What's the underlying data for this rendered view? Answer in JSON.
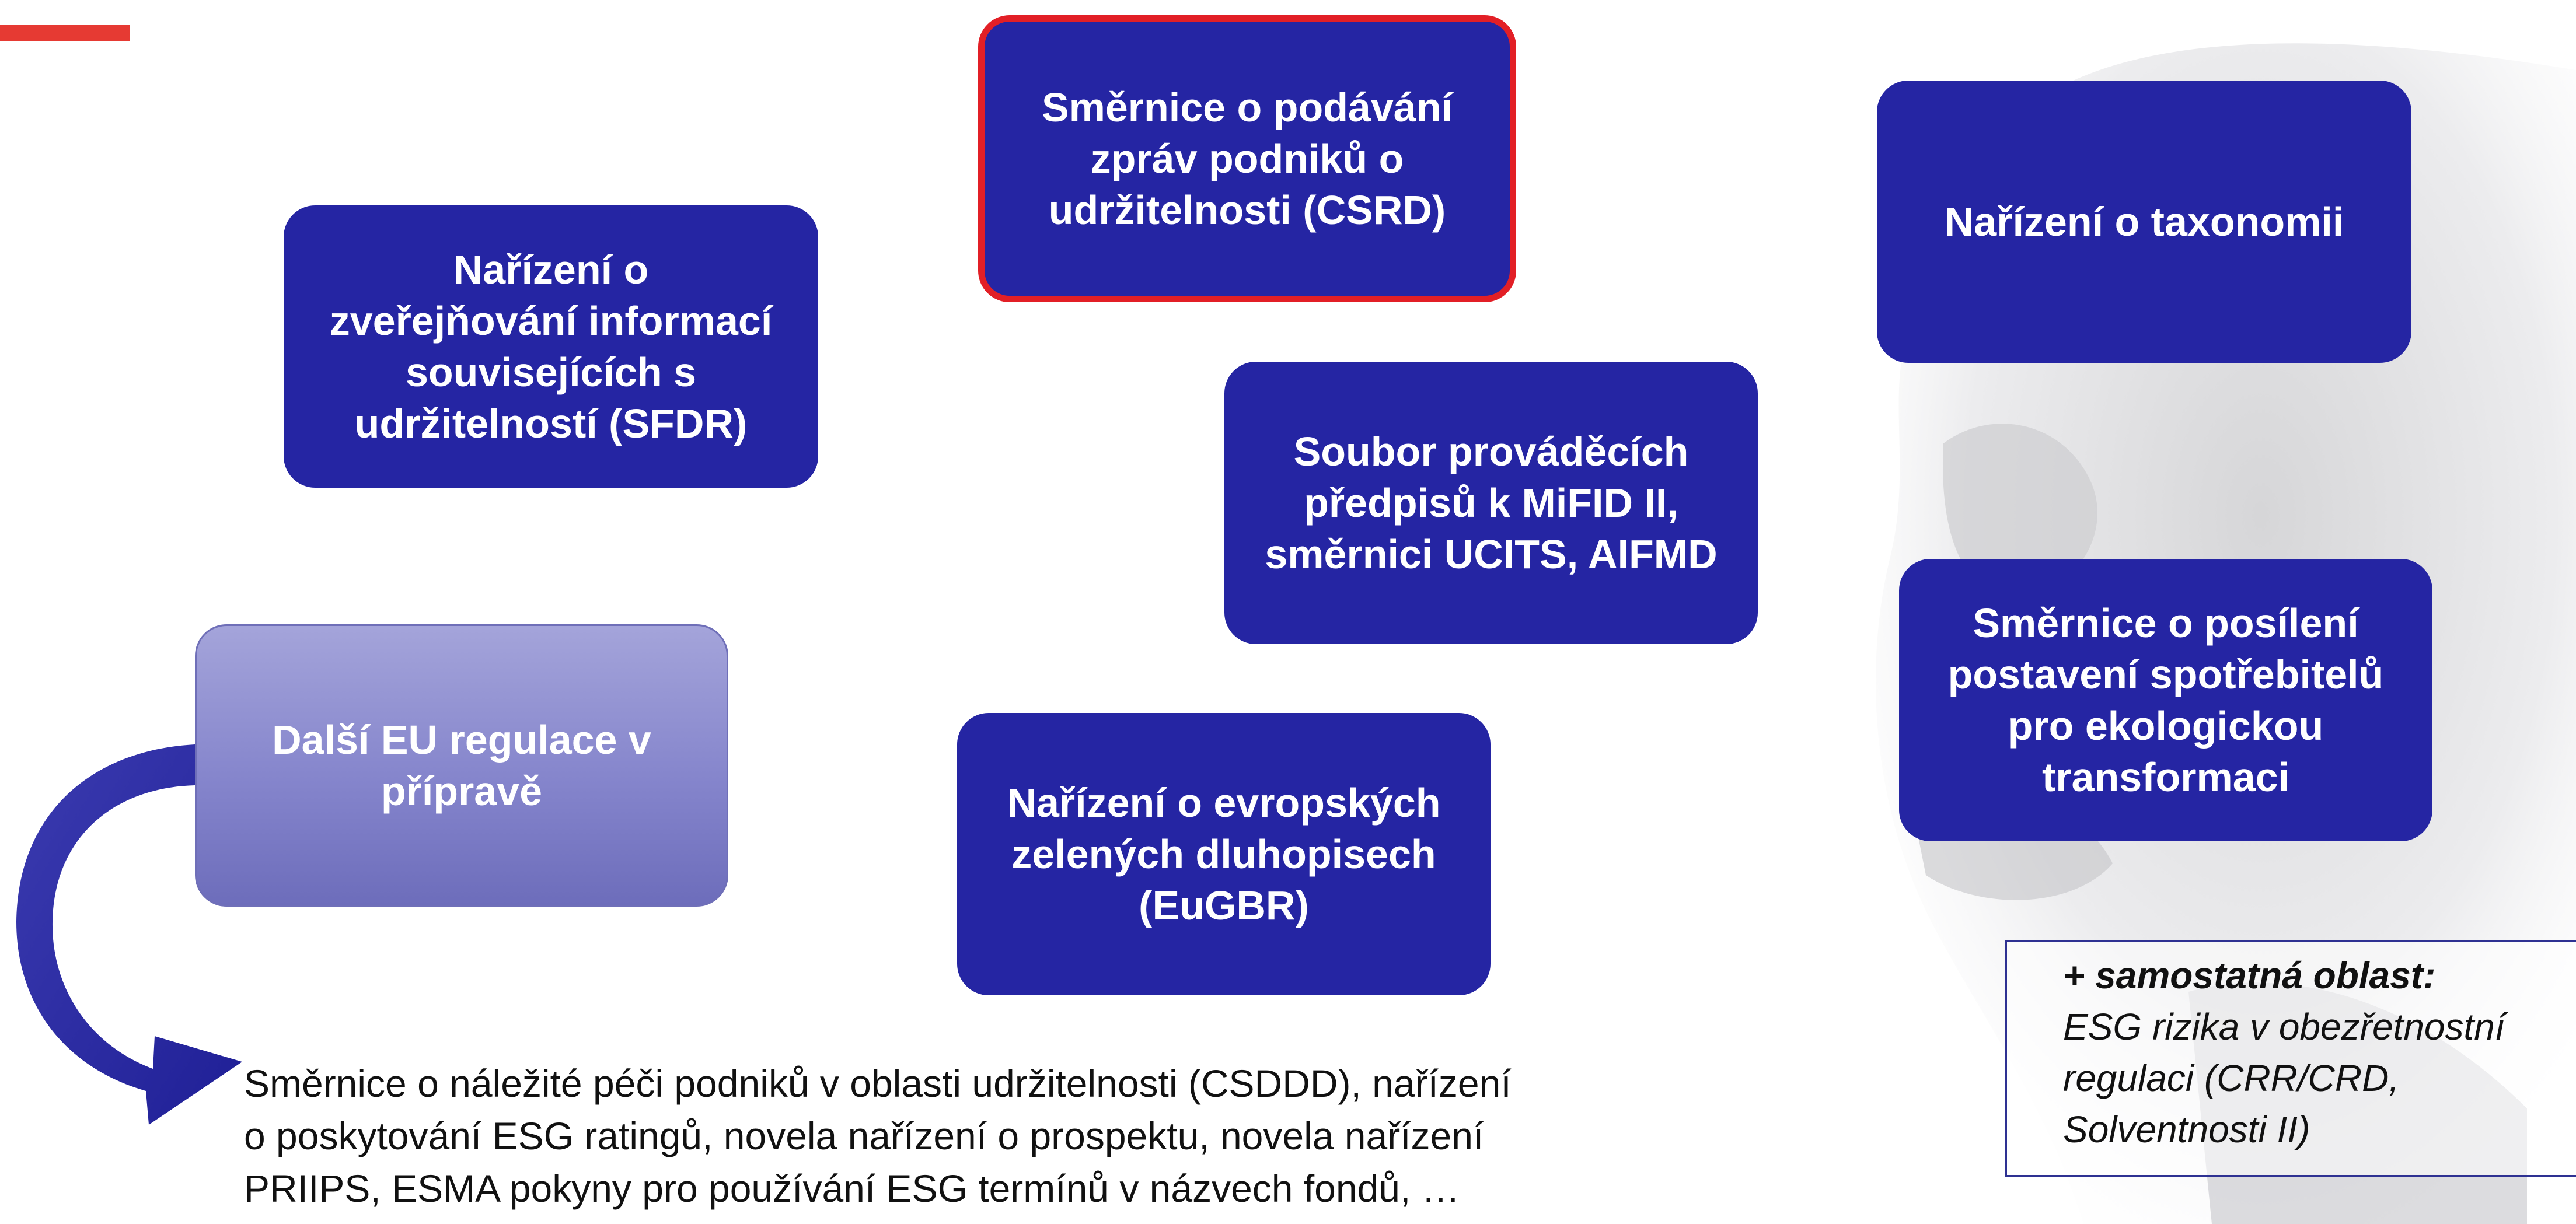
{
  "colors": {
    "box": "#2525a3",
    "accent_red": "#e21f26",
    "light_box": "#8585cc",
    "note_border": "#2e3192"
  },
  "boxes": {
    "csrd": "Směrnice o podávání\nzpráv podniků o\nudržitelnosti (CSRD)",
    "taxonomy": "Nařízení o taxonomii",
    "sfdr": "Nařízení o\nzveřejňování informací\nsouvisejících s\nudržitelností (SFDR)",
    "mifid": "Soubor prováděcích\npředpisů k MiFID II,\nsměrnici UCITS, AIFMD",
    "consumers": "Směrnice o posílení\npostavení spotřebitelů\npro ekologickou\ntransformaci",
    "other": "Další EU regulace v\npřípravě",
    "eugbr": "Nařízení o evropských\nzelených dluhopisech\n(EuGBR)"
  },
  "bottom_text": "Směrnice o náležité péči podniků v oblasti udržitelnosti (CSDDD), nařízení\no poskytování ESG ratingů, novela nařízení o prospektu, novela nařízení\nPRIIPS, ESMA pokyny pro používání ESG termínů v názvech fondů, …",
  "note": {
    "title": "+ samostatná oblast:",
    "body": "ESG rizika v obezřetnostní\nregulaci (CRR/CRD,\nSolventnosti II)"
  }
}
